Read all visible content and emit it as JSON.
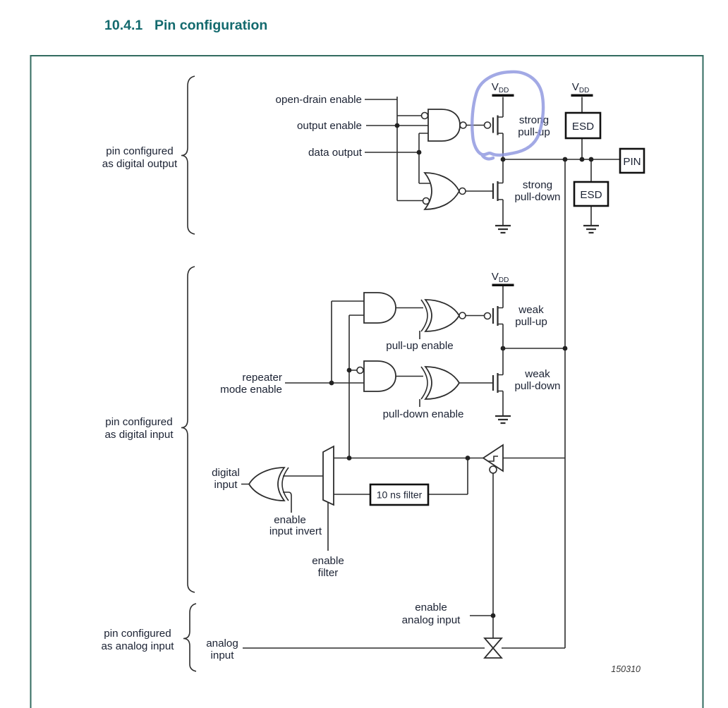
{
  "title": {
    "number": "10.4.1",
    "text": "Pin configuration"
  },
  "colors": {
    "title": "#136a6e",
    "frame_border": "#336b60",
    "ink": "#1b2233",
    "line": "#2d2d2d",
    "annotation_blue": "#8b93de"
  },
  "braces": {
    "digital_output": [
      "pin configured",
      "as digital output"
    ],
    "digital_input": [
      "pin configured",
      "as digital input"
    ],
    "analog_input": [
      "pin configured",
      "as analog input"
    ]
  },
  "signals": {
    "open_drain_enable": "open-drain enable",
    "output_enable": "output enable",
    "data_output": "data output",
    "repeater_mode_enable": [
      "repeater",
      "mode enable"
    ],
    "pull_up_enable": "pull-up enable",
    "pull_down_enable": "pull-down enable",
    "digital_input": [
      "digital",
      "input"
    ],
    "enable_input_invert": [
      "enable",
      "input invert"
    ],
    "enable_filter": [
      "enable",
      "filter"
    ],
    "enable_analog_input": [
      "enable",
      "analog input"
    ],
    "analog_input": [
      "analog",
      "input"
    ]
  },
  "components": {
    "strong_pull_up": [
      "strong",
      "pull-up"
    ],
    "strong_pull_down": [
      "strong",
      "pull-down"
    ],
    "weak_pull_up": [
      "weak",
      "pull-up"
    ],
    "weak_pull_down": [
      "weak",
      "pull-down"
    ],
    "esd_top": "ESD",
    "esd_bottom": "ESD",
    "pin": "PIN",
    "filter": "10 ns filter",
    "vdd": "V",
    "vdd_sub": "DD"
  },
  "figure_id": "150310"
}
